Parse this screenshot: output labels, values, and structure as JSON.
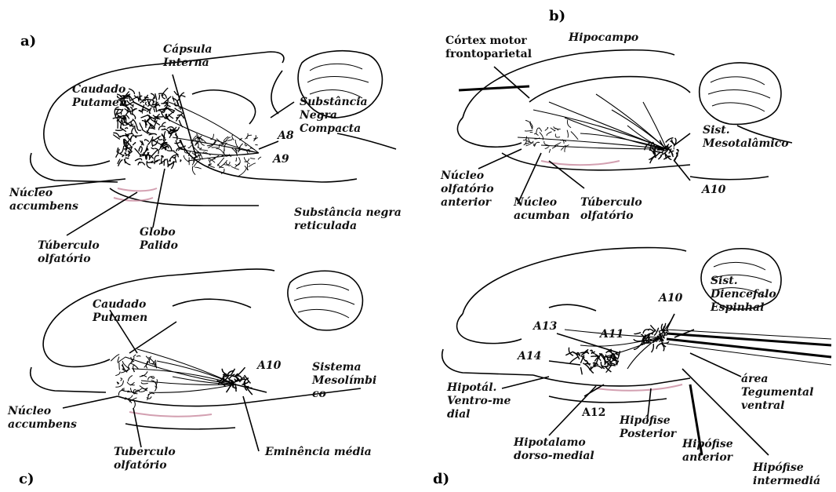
{
  "colors": {
    "ink": "#111111",
    "tissue_tint": "#c07890",
    "background": "#ffffff"
  },
  "panels": {
    "a": {
      "letter": "a)",
      "labels": {
        "capsula": "Cápsula\nInterna",
        "caudado": "Caudado\nPutamen",
        "substancia_compacta": "Substância\nNegra\nCompacta",
        "a8": "A8",
        "a9": "A9",
        "nucleo_accumbens": "Núcleo\naccumbens",
        "globo": "Globo\nPalido",
        "tuberculo": "Túberculo\nolfatório",
        "sn_reticulada": "Substância negra\nreticulada"
      }
    },
    "b": {
      "letter": "b)",
      "labels": {
        "cortex": "Córtex motor\nfrontoparietal",
        "hipocampo": "Hipocampo",
        "sist_mesotalamico": "Sist.\nMesotalâmico",
        "nucleo_olfatorio": "Núcleo\nolfatório\nanterior",
        "nucleo_acumban": "Núcleo\nacumban",
        "tuberculo": "Túberculo\nolfatório",
        "a10": "A10"
      }
    },
    "c": {
      "letter": "c)",
      "labels": {
        "caudado": "Caudado\nPutamen",
        "a10": "A10",
        "sistema": "Sistema\nMesolímbi\nco",
        "nucleo_accumbens": "Núcleo\naccumbens",
        "tuberculo": "Tuberculo\nolfatório",
        "eminencia": "Eminência média"
      }
    },
    "d": {
      "letter": "d)",
      "labels": {
        "sist_diencefalo": "Sist.\nDiencefalo\nEspinhal",
        "a10": "A10",
        "a13": "A13",
        "a11": "A11",
        "a14": "A14",
        "area_tegumental": "área\nTegumental\nventral",
        "hipotal_ventro": "Hipotál.\nVentro-me\ndial",
        "a12": "A12",
        "hipofise_posterior": "Hipófise\nPosterior",
        "hipofise_anterior": "Hipófise\nanterior",
        "hipotalamo_dorso": "Hipotalamo\ndorso-medial",
        "hipofise_intermedia": "Hipófise\nintermediá"
      }
    }
  }
}
